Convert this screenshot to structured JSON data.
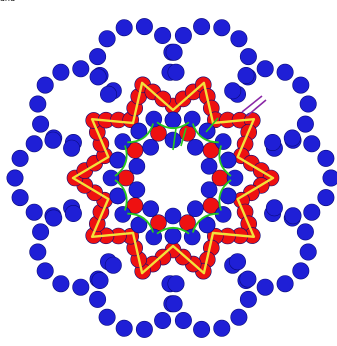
{
  "crop_text": "and",
  "diagram": {
    "kind": "beaded-star-motif",
    "petal_count": 10,
    "colors": {
      "outer_bead": "#1f1fd6",
      "middle_bead": "#ee1111",
      "inner_bead": "#1f1fd6",
      "thread_yellow": "#f2e23a",
      "thread_green": "#27c81f",
      "thread_purple": "#8a27a6",
      "background": "#ffffff"
    }
  }
}
